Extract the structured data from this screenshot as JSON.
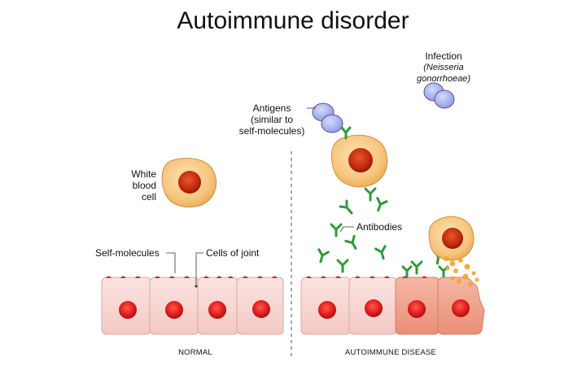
{
  "title": "Autoimmune disorder",
  "labels": {
    "infection": "Infection",
    "pathogen_name_line1": "(Neisseria",
    "pathogen_name_line2": "gonorrhoeae)",
    "antigens_line1": "Antigens",
    "antigens_line2": "(similar to",
    "antigens_line3": "self-molecules)",
    "white_line1": "White",
    "white_line2": "blood",
    "white_line3": "cell",
    "self_molecules": "Self-molecules",
    "cells_of_joint": "Cells of joint",
    "antibodies": "Antibodies",
    "normal": "NORMAL",
    "autoimmune_disease": "AUTOIMMUNE DISEASE"
  },
  "colors": {
    "joint_cell": "#f7d4d1",
    "joint_cell_damaged": "#ee9c86",
    "nucleus": "#e32020",
    "white_cell": "#f6c47c",
    "antibody": "#2e9a3a",
    "antigen": "#a7b7ef",
    "self_molecule": "#c8264a",
    "debris": "#f2a52c"
  }
}
